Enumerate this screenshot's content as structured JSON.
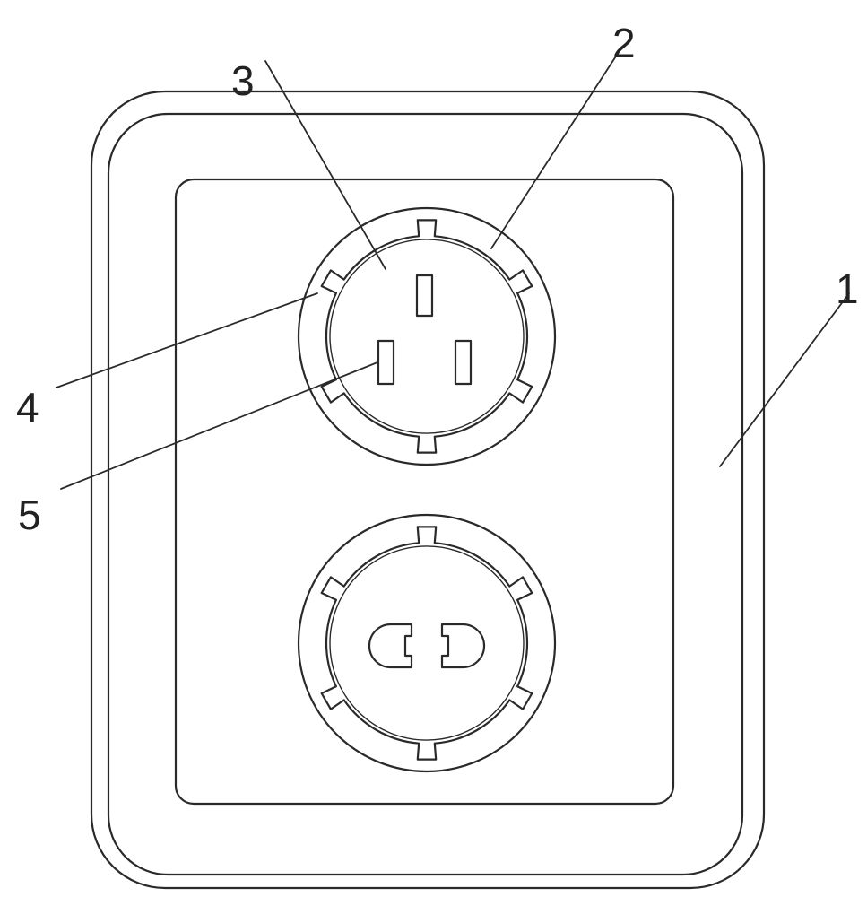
{
  "colors": {
    "line": "#2a2a2a",
    "background": "#ffffff"
  },
  "callouts": {
    "c1": "1",
    "c2": "2",
    "c3": "3",
    "c4": "4",
    "c5": "5"
  }
}
